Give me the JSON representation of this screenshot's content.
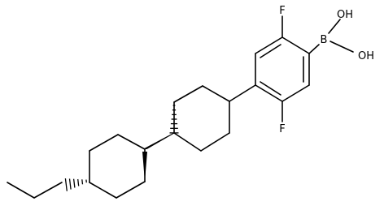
{
  "molecule": {
    "atom_labels": {
      "fluorine_top": "F",
      "fluorine_bottom": "F",
      "boron": "B",
      "hydroxyl_top": "OH",
      "hydroxyl_bottom": "OH"
    }
  }
}
